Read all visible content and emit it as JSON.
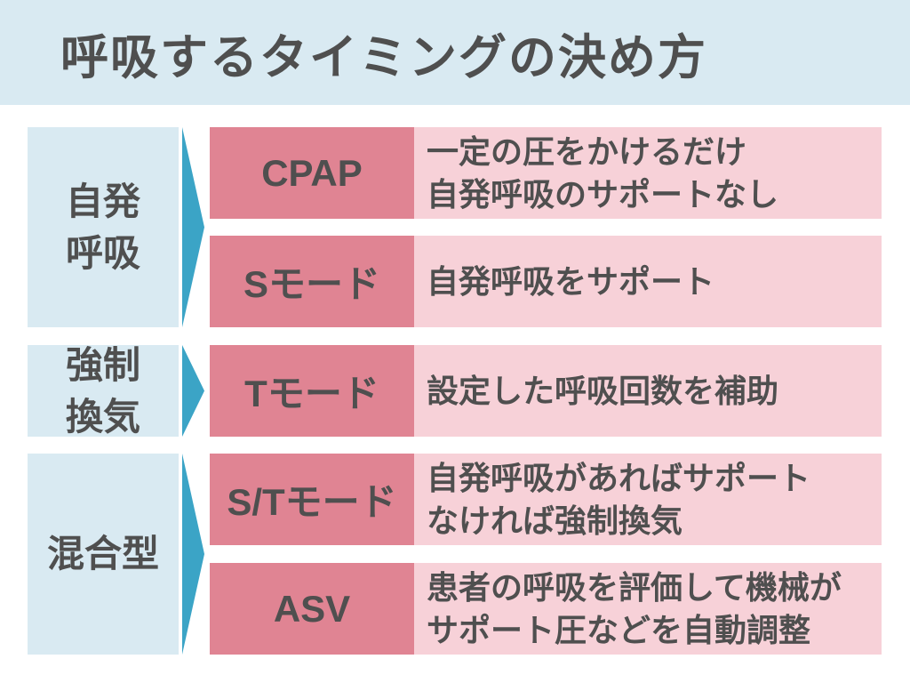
{
  "title": "呼吸するタイミングの決め方",
  "sections": [
    {
      "lines": [
        "自発",
        "呼吸"
      ]
    },
    {
      "lines": [
        "強制",
        "換気"
      ]
    },
    {
      "lines": [
        "混合型"
      ]
    }
  ],
  "rows": [
    {
      "label": "CPAP",
      "desc_lines": [
        "一定の圧をかけるだけ",
        "自発呼吸のサポートなし"
      ]
    },
    {
      "label": "Sモード",
      "desc_lines": [
        "自発呼吸をサポート"
      ]
    },
    {
      "label": "Tモード",
      "desc_lines": [
        "設定した呼吸回数を補助"
      ]
    },
    {
      "label": "S/Tモード",
      "desc_lines": [
        "自発呼吸があればサポート",
        "なければ強制換気"
      ]
    },
    {
      "label": "ASV",
      "desc_lines": [
        "患者の呼吸を評価して機械が",
        "サポート圧などを自動調整"
      ]
    }
  ],
  "colors": {
    "background": "#ffffff",
    "header_bg": "#d9eaf2",
    "category_bg": "#d9eaf2",
    "arrow": "#3ba4c6",
    "mode_label_bg": "#e08493",
    "description_bg": "#f7d1d8",
    "text": "#4f4f4f"
  }
}
